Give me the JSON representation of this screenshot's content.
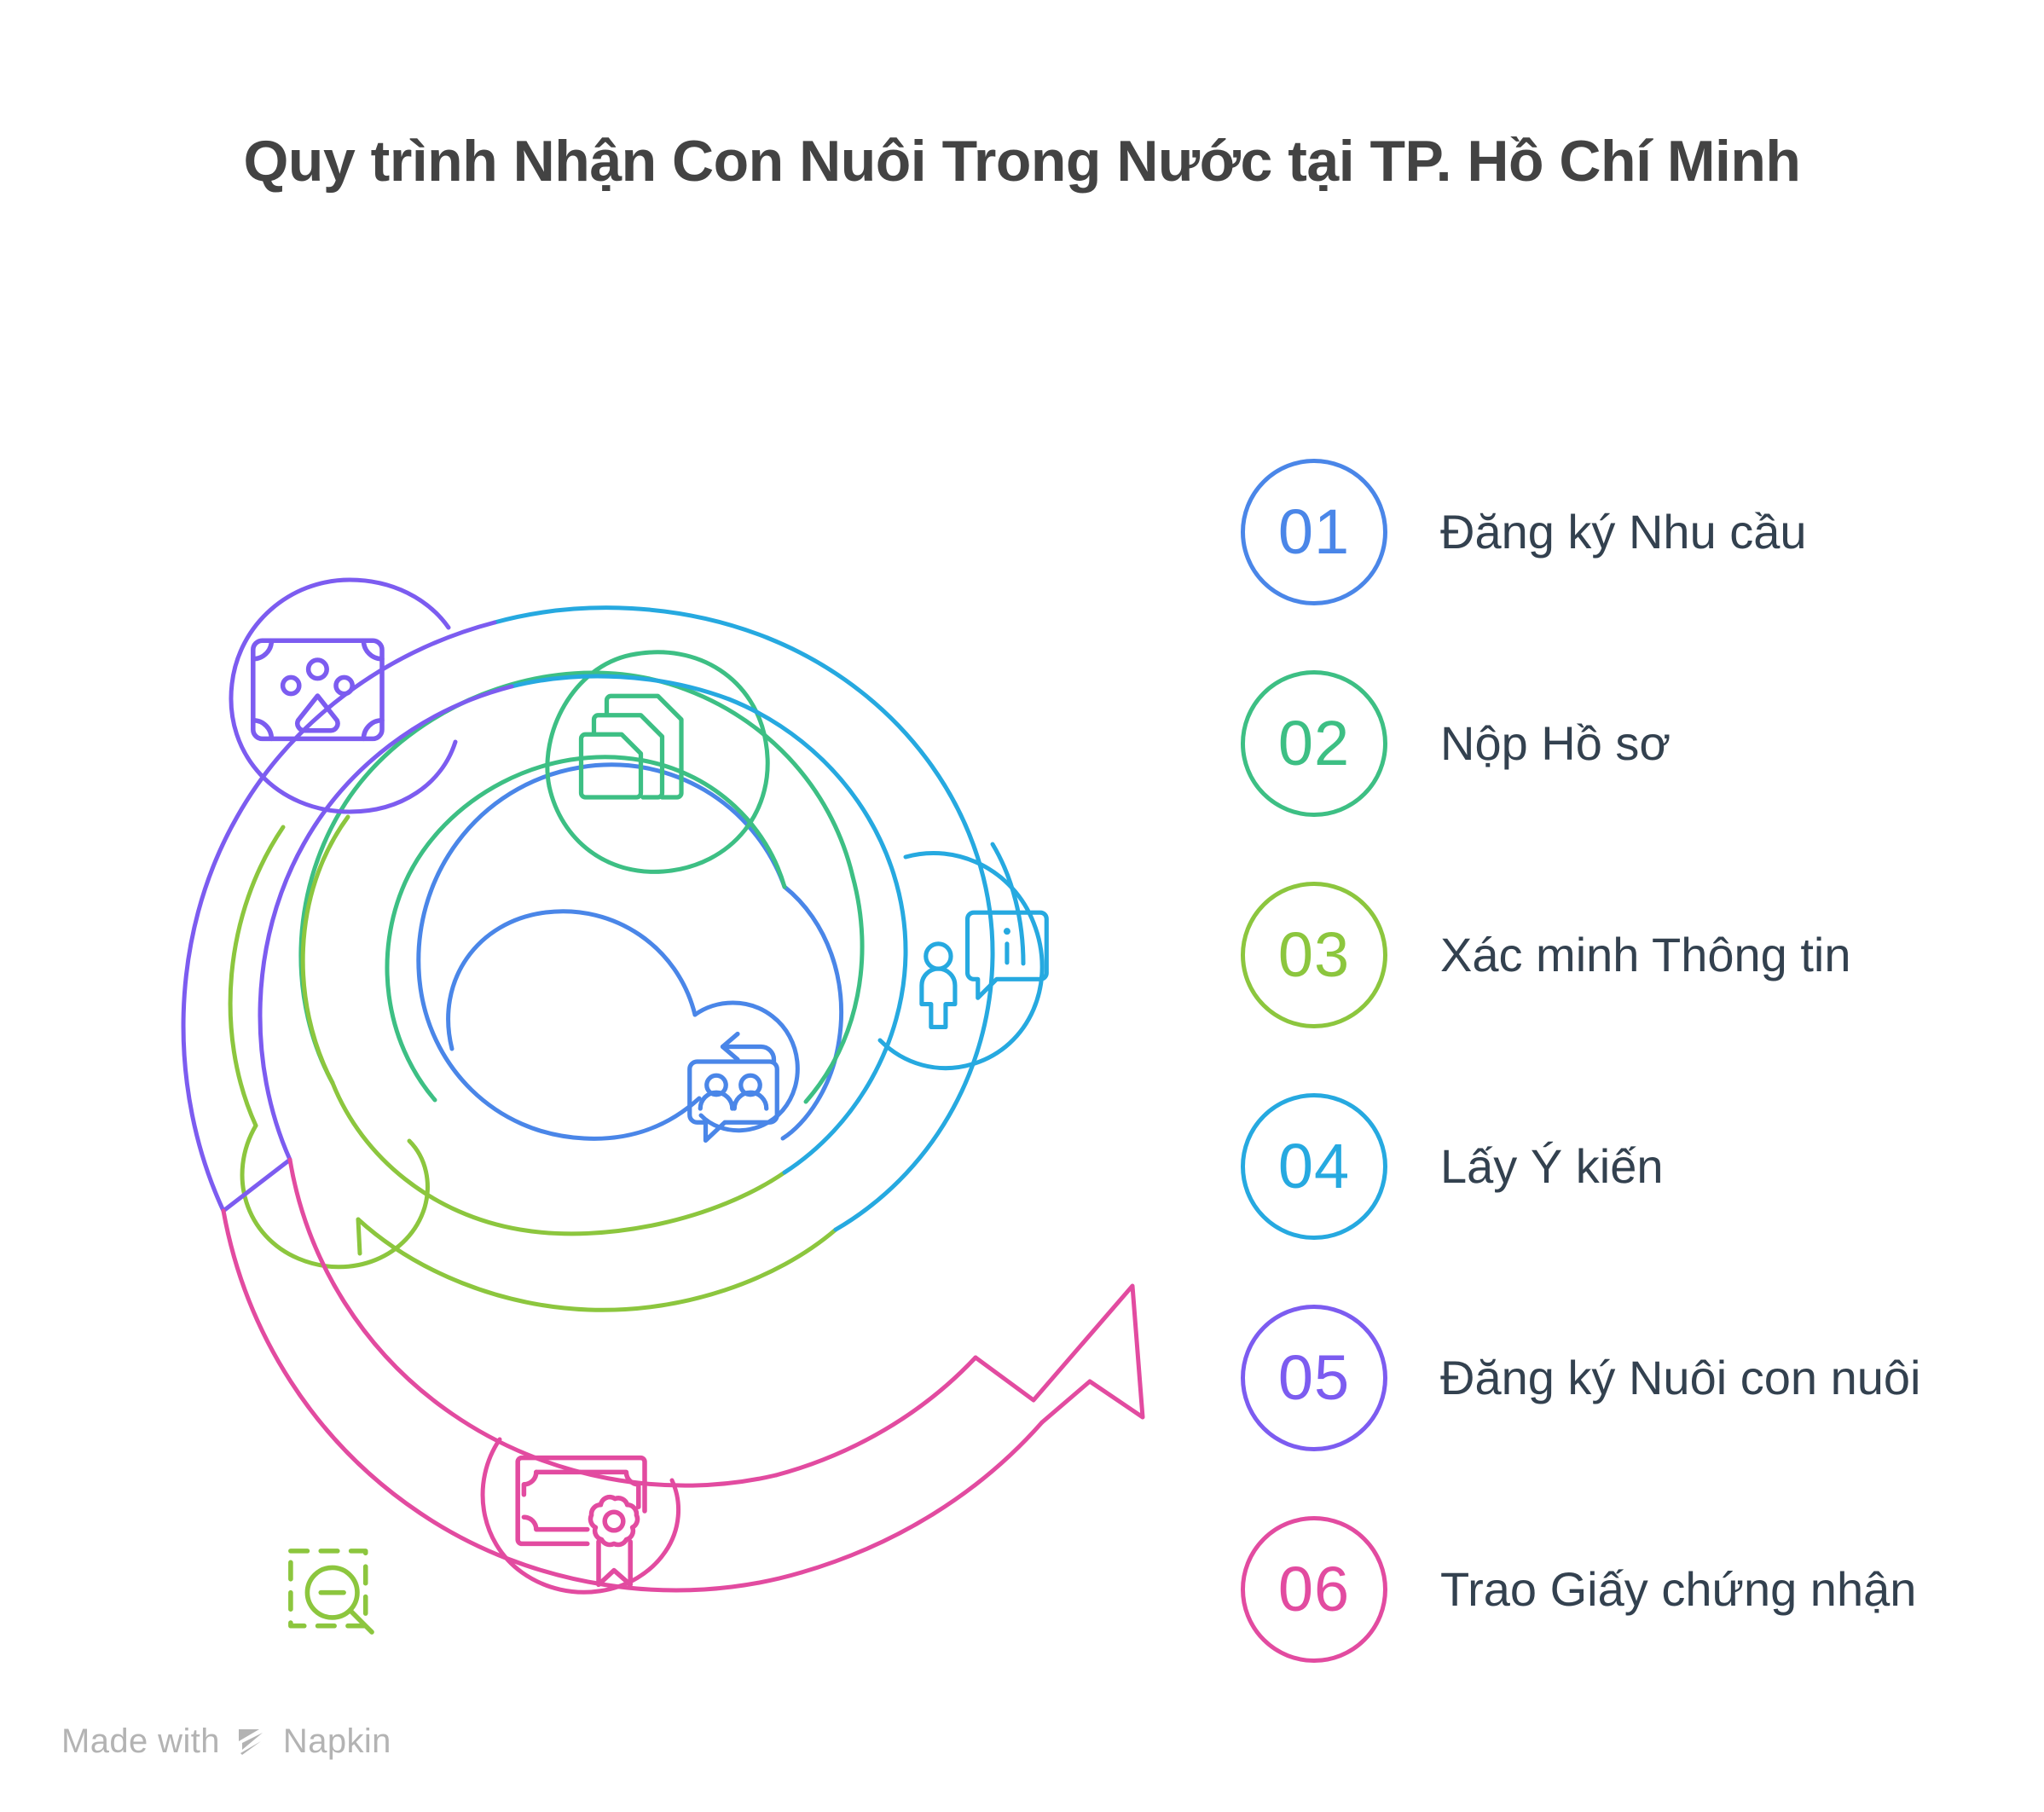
{
  "page": {
    "title": "Quy trình Nhận Con Nuôi Trong Nước tại TP. Hồ Chí Minh",
    "background": "#ffffff",
    "title_color": "#434343"
  },
  "legend": {
    "items": [
      {
        "number": "01",
        "label": "Đăng ký Nhu cầu",
        "color": "#4a86e8",
        "icon": "people-chat-reply-icon"
      },
      {
        "number": "02",
        "label": "Nộp Hồ sơ",
        "color": "#3dbf84",
        "icon": "documents-stack-icon"
      },
      {
        "number": "03",
        "label": "Xác minh Thông tin",
        "color": "#8cc63e",
        "icon": "magnifier-minus-dashed-box-icon"
      },
      {
        "number": "04",
        "label": "Lấy Ý kiến",
        "color": "#26a9e0",
        "icon": "person-info-bubble-icon"
      },
      {
        "number": "05",
        "label": "Đăng ký Nuôi con nuôi",
        "color": "#7c5cf0",
        "icon": "paw-certificate-icon"
      },
      {
        "number": "06",
        "label": "Trao Giấy chứng nhận",
        "color": "#e24ba0",
        "icon": "certificate-award-icon"
      }
    ]
  },
  "diagram": {
    "type": "spiral-process",
    "direction": "outward-clockwise",
    "arrow_color": "#e24ba0",
    "segments": [
      {
        "number": "01",
        "color": "#4a86e8",
        "icon": "people-chat-reply-icon"
      },
      {
        "number": "02",
        "color": "#3dbf84",
        "icon": "documents-stack-icon"
      },
      {
        "number": "03",
        "color": "#8cc63e",
        "icon": "magnifier-minus-dashed-box-icon"
      },
      {
        "number": "04",
        "color": "#26a9e0",
        "icon": "person-info-bubble-icon"
      },
      {
        "number": "05",
        "color": "#7c5cf0",
        "icon": "paw-certificate-icon"
      },
      {
        "number": "06",
        "color": "#e24ba0",
        "icon": "certificate-award-icon"
      }
    ]
  },
  "watermark": {
    "text_before": "Made with",
    "brand": "Napkin",
    "color": "#b3b3b3"
  }
}
